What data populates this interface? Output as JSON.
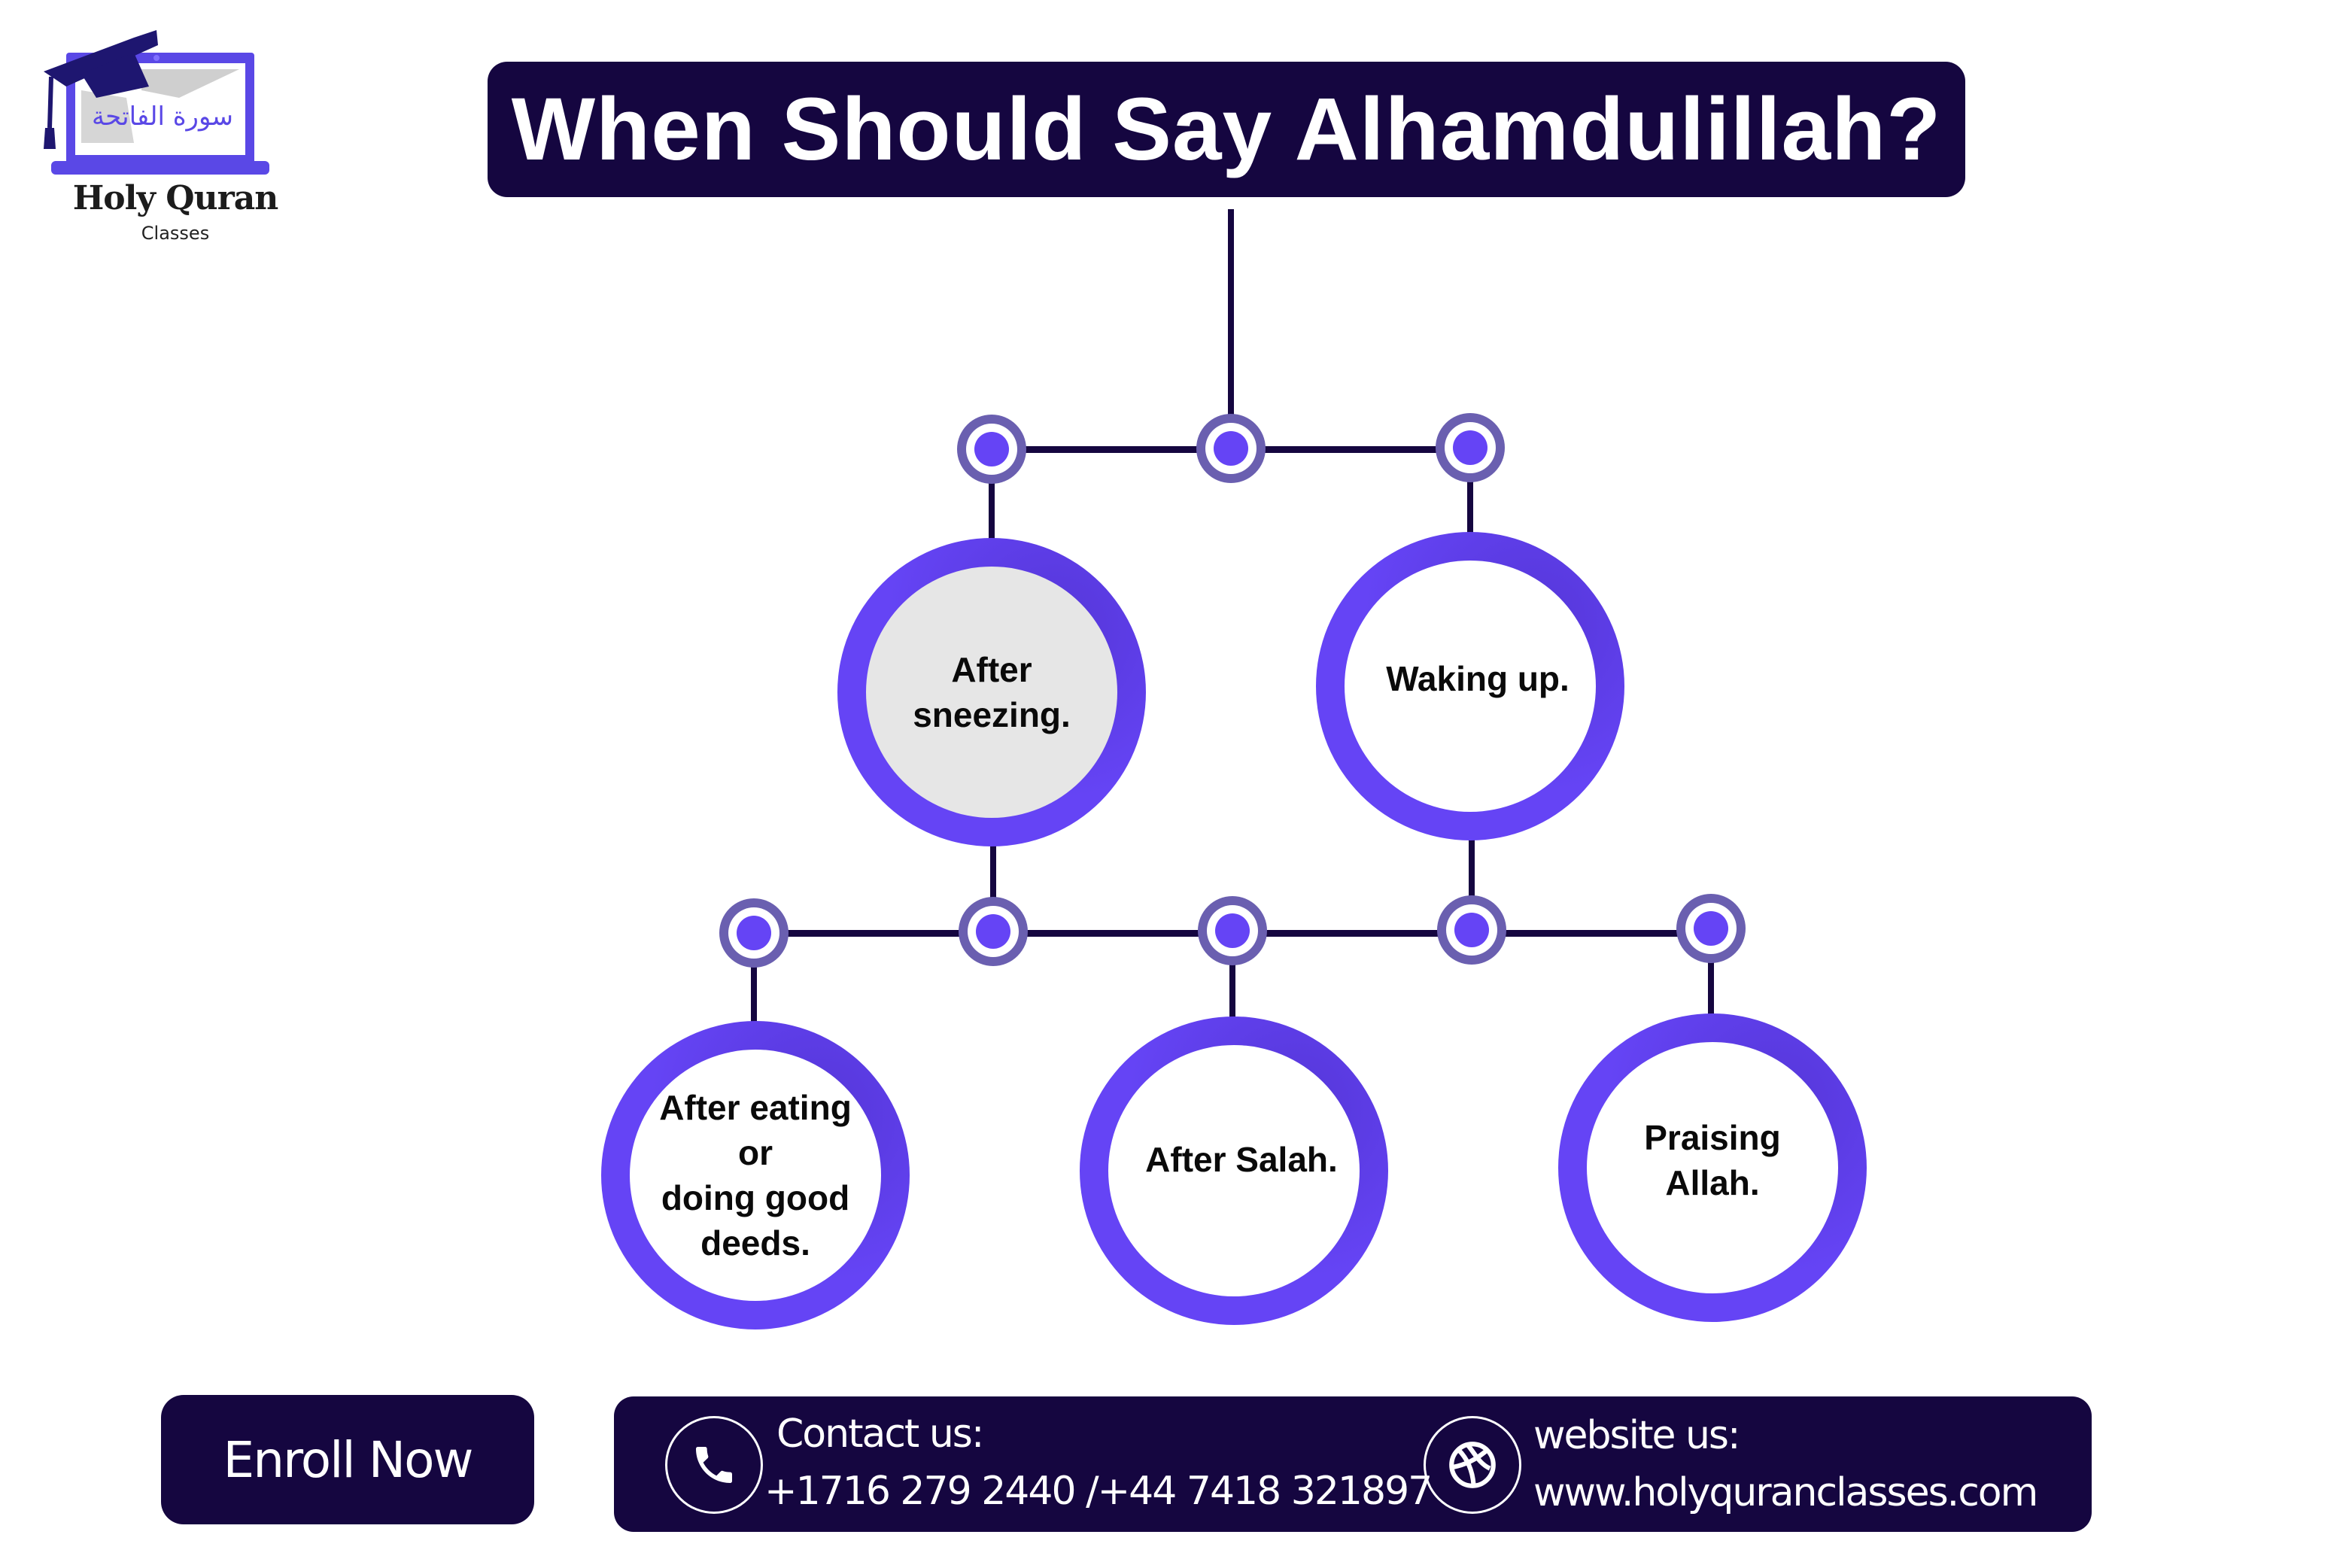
{
  "logo": {
    "name": "Holy Quran",
    "subtitle": "Classes",
    "arabic_text": "سورة الفاتحة"
  },
  "title": "When Should Say Alhamdulillah?",
  "colors": {
    "dark_navy": "#150640",
    "accent_purple": "#6544f5",
    "dot_ring": "#6a5fb0",
    "highlight_fill": "#e6e6e6"
  },
  "nodes": [
    {
      "label": "After\nsneezing.",
      "level": 1,
      "highlighted": true
    },
    {
      "label": "Waking up.",
      "level": 1,
      "highlighted": false
    },
    {
      "label": "After eating\nor\ndoing good\ndeeds.",
      "level": 2,
      "highlighted": false
    },
    {
      "label": "After Salah.",
      "level": 2,
      "highlighted": false
    },
    {
      "label": "Praising\nAllah.",
      "level": 2,
      "highlighted": false
    }
  ],
  "footer": {
    "enroll_label": "Enroll Now",
    "contact_label": "Contact us:",
    "contact_value": "+1716 279 2440 /+44 7418 321897",
    "website_label": "website us:",
    "website_value": "www.holyquranclasses.com",
    "contact_icon": "phone-icon",
    "website_icon": "dribbble-globe-icon"
  }
}
